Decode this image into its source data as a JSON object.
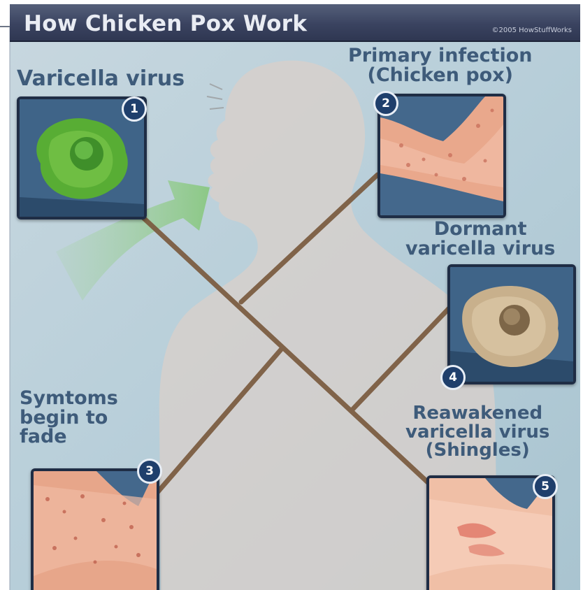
{
  "header": {
    "title": "How Chicken Pox Work",
    "copyright": "©2005 HowStuffWorks"
  },
  "stages": [
    {
      "number": "1",
      "lines": [
        "Varicella virus"
      ],
      "icon": "virus-icon"
    },
    {
      "number": "2",
      "lines": [
        "Primary infection",
        "(Chicken pox)"
      ],
      "icon": "rash-elbow-icon"
    },
    {
      "number": "3",
      "lines": [
        "Symtoms",
        "begin to",
        "fade"
      ],
      "icon": "rash-elbow-icon"
    },
    {
      "number": "4",
      "lines": [
        "Dormant",
        "varicella virus"
      ],
      "icon": "dormant-virus-icon"
    },
    {
      "number": "5",
      "lines": [
        "Reawakened",
        "varicella virus",
        "(Shingles)"
      ],
      "icon": "shingles-elbow-icon"
    }
  ],
  "colors": {
    "background": "#bcd3dd",
    "label_text": "#3e5b7a",
    "connector": "#7a5a3e",
    "virus_green": "#5fae3a",
    "panel_border": "#1f2d45"
  }
}
